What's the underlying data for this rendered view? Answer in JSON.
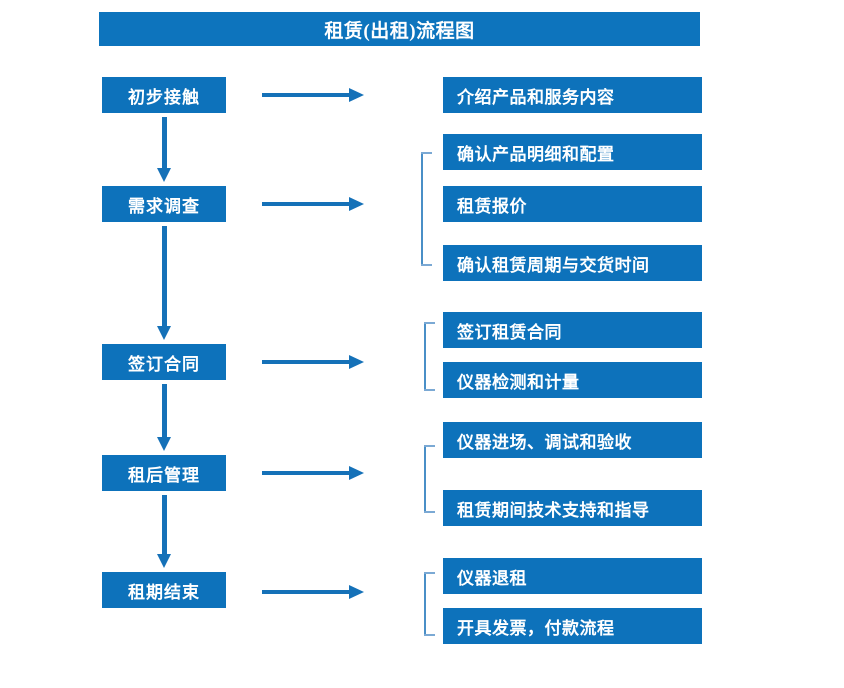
{
  "title": "租赁(出租)流程图",
  "colors": {
    "box_blue": "#0d72bb",
    "title_blue": "#0d74bd",
    "arrow_blue": "#1571b8",
    "bracket_blue": "#4a8fc7",
    "text_white": "#ffffff",
    "background": "#ffffff"
  },
  "stages": [
    {
      "label": "初步接触"
    },
    {
      "label": "需求调查"
    },
    {
      "label": "签订合同"
    },
    {
      "label": "租后管理"
    },
    {
      "label": "租期结束"
    }
  ],
  "details": [
    {
      "label": "介绍产品和服务内容"
    },
    {
      "label": "确认产品明细和配置"
    },
    {
      "label": "租赁报价"
    },
    {
      "label": "确认租赁周期与交货时间"
    },
    {
      "label": "签订租赁合同"
    },
    {
      "label": "仪器检测和计量"
    },
    {
      "label": "仪器进场、调试和验收"
    },
    {
      "label": "租赁期间技术支持和指导"
    },
    {
      "label": "仪器退租"
    },
    {
      "label": "开具发票，付款流程"
    }
  ],
  "connectors": {
    "horizontal_arrow_count": 5,
    "vertical_arrow_count": 4,
    "bracket_count": 4
  }
}
